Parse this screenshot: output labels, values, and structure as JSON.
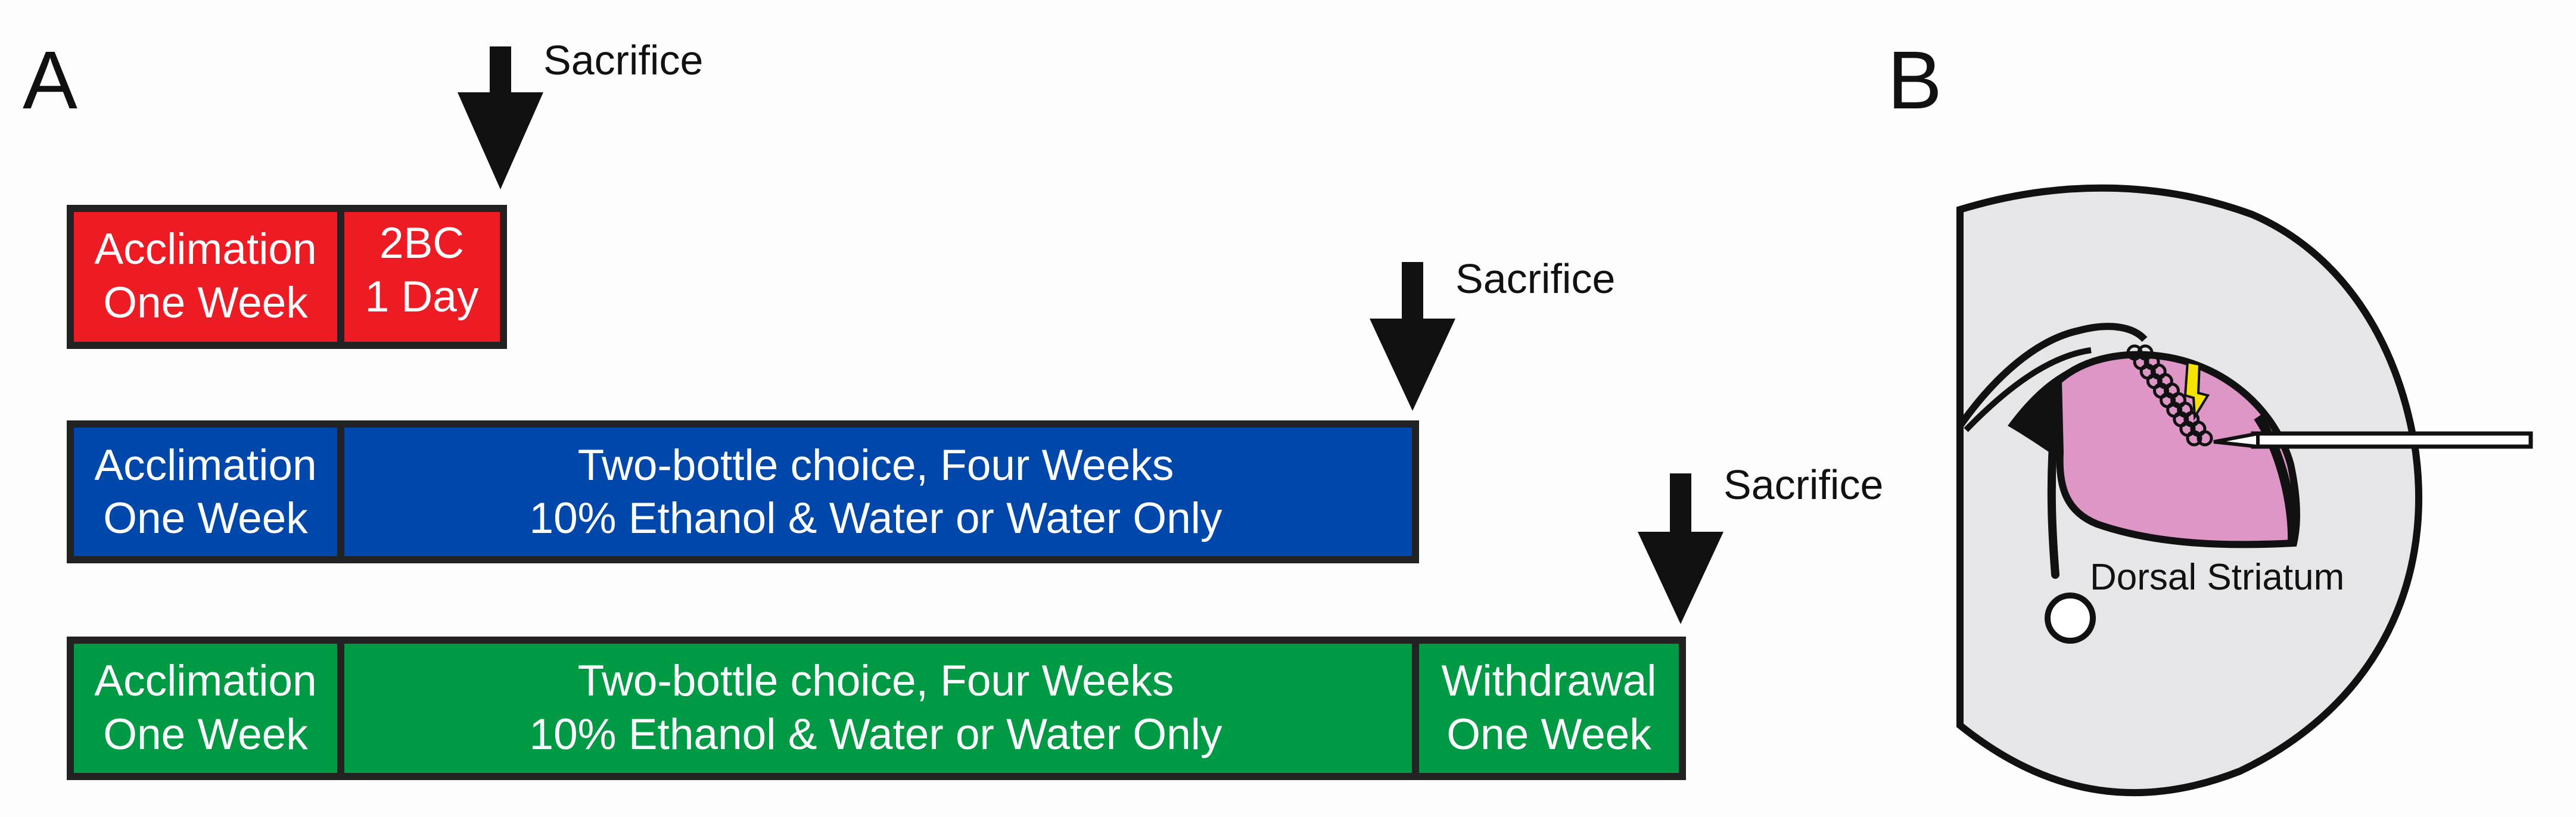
{
  "panel_a": {
    "letter": "A",
    "arrows": [
      {
        "label": "Sacrifice"
      },
      {
        "label": "Sacrifice"
      },
      {
        "label": "Sacrifice"
      }
    ],
    "timelines": [
      {
        "color": "#ed1c24",
        "blocks": [
          {
            "lines": [
              "Acclimation",
              "One Week"
            ]
          },
          {
            "lines": [
              "2BC",
              "1 Day"
            ]
          }
        ]
      },
      {
        "color": "#0047ab",
        "blocks": [
          {
            "lines": [
              "Acclimation",
              "One Week"
            ]
          },
          {
            "lines": [
              "Two-bottle choice, Four Weeks",
              "10% Ethanol & Water or Water Only"
            ]
          }
        ]
      },
      {
        "color": "#009a44",
        "blocks": [
          {
            "lines": [
              "Acclimation",
              "One Week"
            ]
          },
          {
            "lines": [
              "Two-bottle choice, Four Weeks",
              "10% Ethanol & Water or Water Only"
            ]
          },
          {
            "lines": [
              "Withdrawal",
              "One Week"
            ]
          }
        ]
      }
    ]
  },
  "panel_b": {
    "letter": "B",
    "region_label": "Dorsal Striatum",
    "colors": {
      "slice": "#e6e6e8",
      "striatum": "#dd96c6",
      "marker": "#f5e400",
      "outline": "#111111"
    }
  }
}
